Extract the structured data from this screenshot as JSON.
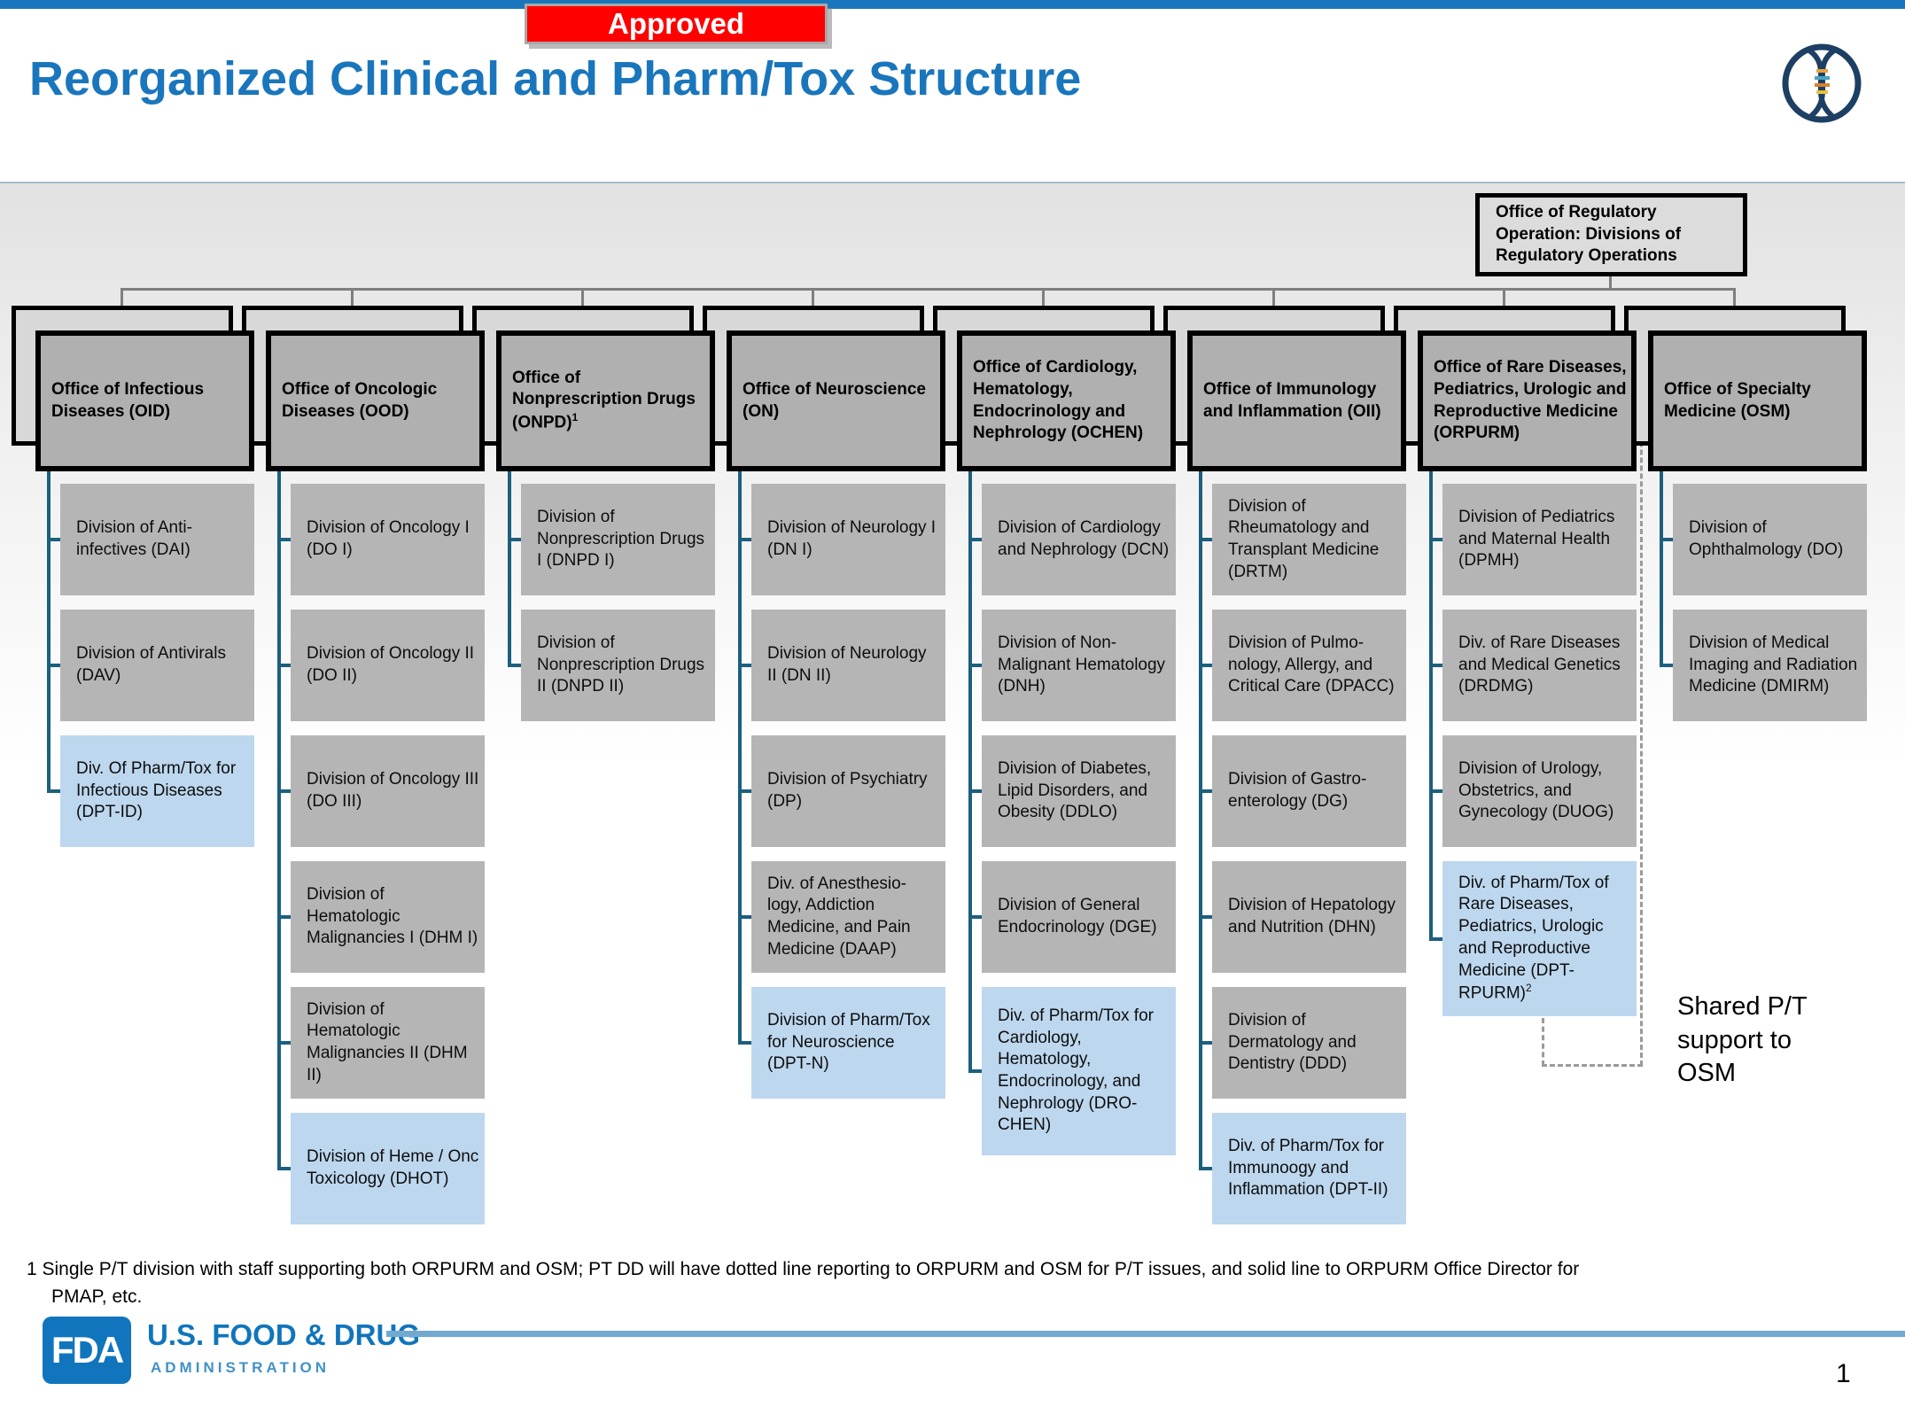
{
  "header": {
    "approved_label": "Approved",
    "title": "Reorganized Clinical and Pharm/Tox Structure"
  },
  "regulatory_box": {
    "label": "Office of Regulatory Operation: Divisions of Regulatory Operations"
  },
  "org": {
    "columns": [
      {
        "office": "Office of Infectious Diseases (OID)",
        "divisions": [
          {
            "label": "Division of Anti-infectives (DAI)"
          },
          {
            "label": "Division of Antivirals (DAV)"
          },
          {
            "label": "Div. Of Pharm/Tox for Infectious Diseases (DPT-ID)",
            "blue": true
          }
        ]
      },
      {
        "office": "Office of Oncologic Diseases (OOD)",
        "divisions": [
          {
            "label": "Division of Oncology I (DO I)"
          },
          {
            "label": "Division of Oncology II (DO II)"
          },
          {
            "label": "Division of Oncology III (DO III)"
          },
          {
            "label": "Division of Hematologic Malignancies I (DHM I)"
          },
          {
            "label": "Division of Hematologic Malignancies II (DHM II)"
          },
          {
            "label": "Division of Heme / Onc Toxicology (DHOT)",
            "blue": true
          }
        ]
      },
      {
        "office": "Office of Nonprescription Drugs (ONPD)",
        "office_sup": "1",
        "divisions": [
          {
            "label": "Division of Nonprescription Drugs I (DNPD I)"
          },
          {
            "label": "Division of Nonprescription Drugs II (DNPD II)"
          }
        ]
      },
      {
        "office": "Office of Neuroscience (ON)",
        "divisions": [
          {
            "label": "Division of Neurology I (DN I)"
          },
          {
            "label": "Division of Neurology II (DN II)"
          },
          {
            "label": "Division of Psychiatry (DP)"
          },
          {
            "label": "Div. of Anesthesio-logy, Addiction Medicine, and Pain Medicine (DAAP)"
          },
          {
            "label": "Division of Pharm/Tox for Neuroscience (DPT-N)",
            "blue": true
          }
        ]
      },
      {
        "office": "Office of Cardiology, Hematology, Endocrinology and Nephrology (OCHEN)",
        "divisions": [
          {
            "label": "Division of Cardiology and Nephrology (DCN)"
          },
          {
            "label": "Division of Non-Malignant Hematology (DNH)"
          },
          {
            "label": "Division of Diabetes, Lipid Disorders, and Obesity (DDLO)"
          },
          {
            "label": "Division of General Endocrinology (DGE)"
          },
          {
            "label": "Div. of Pharm/Tox for Cardiology, Hematology, Endocrinology, and Nephrology (DRO-CHEN)",
            "blue": true
          }
        ]
      },
      {
        "office": "Office of Immunology and Inflammation (OII)",
        "divisions": [
          {
            "label": "Division of Rheumatology and Transplant Medicine (DRTM)"
          },
          {
            "label": "Division of Pulmo-nology, Allergy, and Critical Care (DPACC)"
          },
          {
            "label": "Division of Gastro-enterology (DG)"
          },
          {
            "label": "Division of Hepatology and Nutrition (DHN)"
          },
          {
            "label": "Division of Dermatology and Dentistry (DDD)"
          },
          {
            "label": "Div. of Pharm/Tox for Immunoogy and Inflammation (DPT-II)",
            "blue": true
          }
        ]
      },
      {
        "office": "Office of Rare Diseases, Pediatrics, Urologic and Reproductive Medicine (ORPURM)",
        "divisions": [
          {
            "label": "Division of Pediatrics and Maternal Health (DPMH)"
          },
          {
            "label": "Div. of Rare Diseases and Medical Genetics (DRDMG)"
          },
          {
            "label": "Division of Urology, Obstetrics, and Gynecology (DUOG)"
          },
          {
            "label": "Div. of Pharm/Tox of Rare Diseases, Pediatrics, Urologic and Reproductive Medicine (DPT-RPURM)",
            "sup": "2",
            "blue": true
          }
        ]
      },
      {
        "office": "Office of Specialty Medicine (OSM)",
        "divisions": [
          {
            "label": "Division of Ophthalmology (DO)"
          },
          {
            "label": "Division of Medical Imaging and Radiation Medicine (DMIRM)"
          }
        ]
      }
    ]
  },
  "annotations": {
    "shared_support": "Shared P/T support to OSM"
  },
  "footnote": {
    "line1": "1 Single P/T division with staff supporting both ORPURM and OSM; PT DD will have dotted line reporting to ORPURM and OSM for P/T issues, and solid line to ORPURM Office Director for",
    "line2": "PMAP, etc."
  },
  "footer": {
    "logo_acronym": "FDA",
    "brand_line1": "U.S. FOOD & DRUG",
    "brand_line2": "ADMINISTRATION",
    "page_number": "1"
  },
  "colors": {
    "accent_blue": "#1a76bc",
    "banner_red": "#fe0000",
    "division_gray": "#b5b5b5",
    "division_pharmtox_blue": "#bdd7ee",
    "connector_blue": "#1c5f7e",
    "connector_gray": "#7f7f7f"
  }
}
